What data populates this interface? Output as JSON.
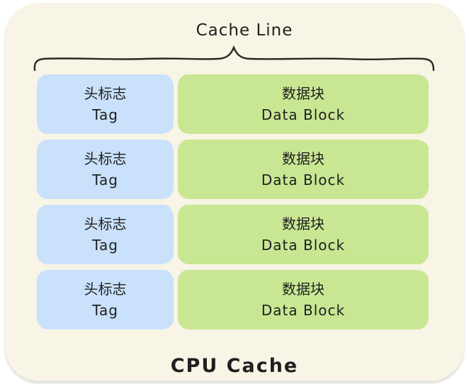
{
  "diagram": {
    "title": "Cache Line",
    "footer": "CPU Cache",
    "rows": [
      {
        "tag_cn": "头标志",
        "tag_en": "Tag",
        "data_cn": "数据块",
        "data_en": "Data Block"
      },
      {
        "tag_cn": "头标志",
        "tag_en": "Tag",
        "data_cn": "数据块",
        "data_en": "Data Block"
      },
      {
        "tag_cn": "头标志",
        "tag_en": "Tag",
        "data_cn": "数据块",
        "data_en": "Data Block"
      },
      {
        "tag_cn": "头标志",
        "tag_en": "Tag",
        "data_cn": "数据块",
        "data_en": "Data Block"
      }
    ],
    "colors": {
      "page_background": "#ffffff",
      "container_background": "#f8f4e6",
      "tag_fill": "#c9e1fa",
      "data_fill": "#c9e793",
      "text": "#1f1f1f",
      "brace_stroke": "#2b2a24"
    }
  }
}
